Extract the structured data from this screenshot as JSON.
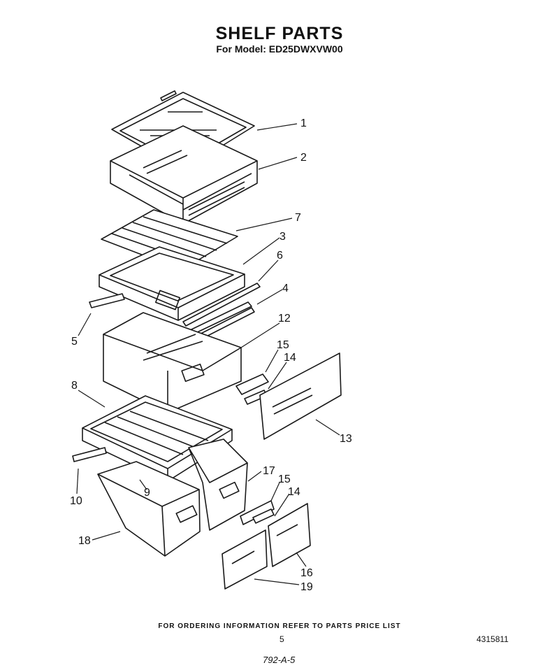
{
  "header": {
    "title": "SHELF PARTS",
    "subtitle": "For Model: ED25DWXVW00"
  },
  "callouts": [
    "1",
    "2",
    "7",
    "3",
    "6",
    "4",
    "5",
    "12",
    "15",
    "14",
    "8",
    "13",
    "17",
    "15",
    "14",
    "10",
    "9",
    "18",
    "16",
    "19"
  ],
  "footer": {
    "note": "FOR ORDERING INFORMATION REFER TO PARTS PRICE LIST",
    "page_number": "5",
    "document_number": "4315811",
    "revision_code": "792-A-5"
  }
}
